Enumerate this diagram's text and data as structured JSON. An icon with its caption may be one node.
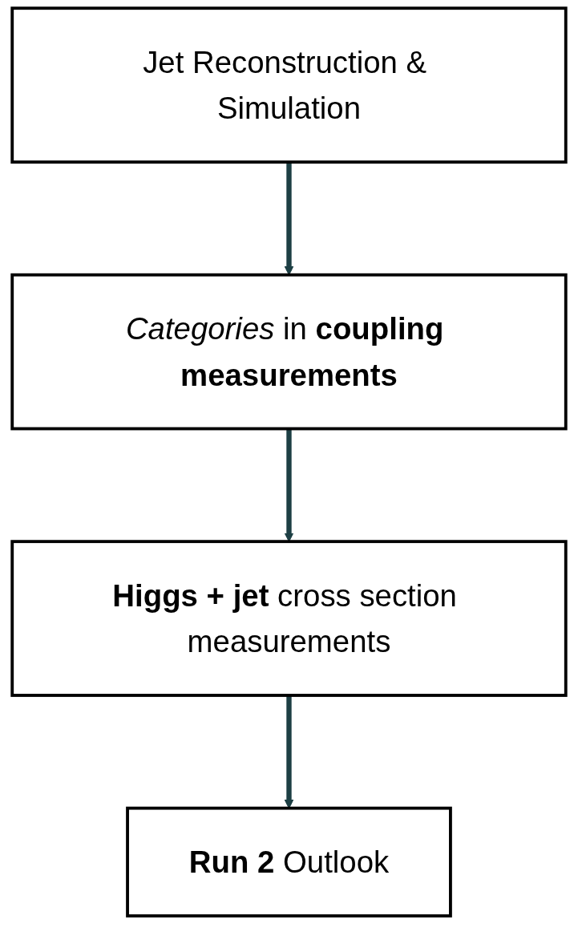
{
  "diagram": {
    "nodes": [
      {
        "text": [
          "Jet Reconstruction & Simulation"
        ]
      },
      {
        "text": [
          "*Categories* in **coupling measurements**"
        ]
      },
      {
        "text": [
          "**Higgs + jet** cross section measurements"
        ]
      },
      {
        "text": [
          "**Run 2** Outlook"
        ]
      }
    ],
    "edges": [
      {
        "from": 0,
        "to": 1,
        "arrow": "to"
      },
      {
        "from": 1,
        "to": 2,
        "arrow": "to"
      },
      {
        "from": 2,
        "to": 3,
        "arrow": "to"
      }
    ]
  }
}
